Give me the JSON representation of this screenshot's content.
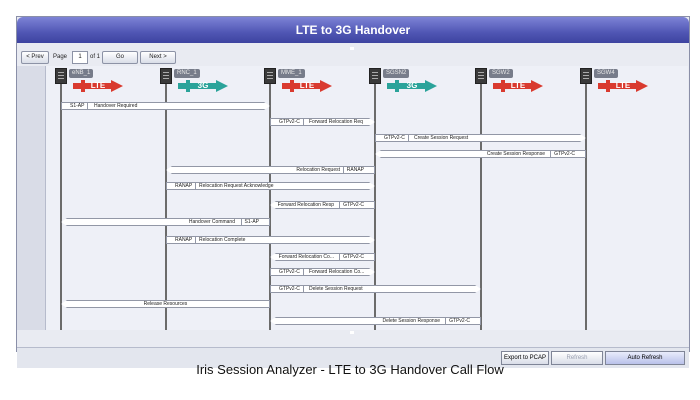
{
  "window": {
    "title": "LTE to 3G Handover"
  },
  "pager": {
    "prev": "< Prev",
    "page_label": "Page",
    "page_value": "1",
    "of_label": "of 1",
    "go": "Go",
    "next": "Next >"
  },
  "nodes": [
    {
      "label": "eNB_1",
      "tech": "LTE",
      "color": "#d93a2f"
    },
    {
      "label": "RNC_1",
      "tech": "3G",
      "color": "#2aa39a"
    },
    {
      "label": "MME_1",
      "tech": "LTE",
      "color": "#d93a2f"
    },
    {
      "label": "SGSN2",
      "tech": "3G",
      "color": "#2aa39a"
    },
    {
      "label": "SGW2",
      "tech": "LTE",
      "color": "#d93a2f"
    },
    {
      "label": "SGW4",
      "tech": "LTE",
      "color": "#d93a2f"
    }
  ],
  "messages": [
    {
      "from": 0,
      "to": 2,
      "proto": "S1-AP",
      "text": "Handover Required"
    },
    {
      "from": 2,
      "to": 3,
      "proto": "GTPv2-C",
      "text": "Forward Relocation Req"
    },
    {
      "from": 3,
      "to": 5,
      "proto": "GTPv2-C",
      "text": "Create Session Request"
    },
    {
      "from": 5,
      "to": 3,
      "proto": "GTPv2-C",
      "text": "Create Session Response"
    },
    {
      "from": 3,
      "to": 1,
      "proto": "RANAP",
      "text": "Relocation Request"
    },
    {
      "from": 1,
      "to": 3,
      "proto": "RANAP",
      "text": "Relocation Request Acknowledge"
    },
    {
      "from": 3,
      "to": 2,
      "proto": "GTPv2-C",
      "text": "Forward Relocation Resp"
    },
    {
      "from": 2,
      "to": 0,
      "proto": "S1-AP",
      "text": "Handover Command"
    },
    {
      "from": 1,
      "to": 3,
      "proto": "RANAP",
      "text": "Relocation Complete"
    },
    {
      "from": 3,
      "to": 2,
      "proto": "GTPv2-C",
      "text": "Forward Relocation Co..."
    },
    {
      "from": 2,
      "to": 3,
      "proto": "GTPv2-C",
      "text": "Forward Relocation Co..."
    },
    {
      "from": 2,
      "to": 4,
      "proto": "GTPv2-C",
      "text": "Delete Session Request"
    },
    {
      "from": 2,
      "to": 0,
      "proto": "",
      "text": "Release Resources"
    },
    {
      "from": 4,
      "to": 2,
      "proto": "GTPv2-C",
      "text": "Delete Session Response"
    }
  ],
  "bottom": {
    "export": "Export to PCAP",
    "refresh": "Refresh",
    "auto_refresh": "Auto Refresh"
  },
  "caption": "Iris Session Analyzer - LTE to 3G Handover Call Flow"
}
